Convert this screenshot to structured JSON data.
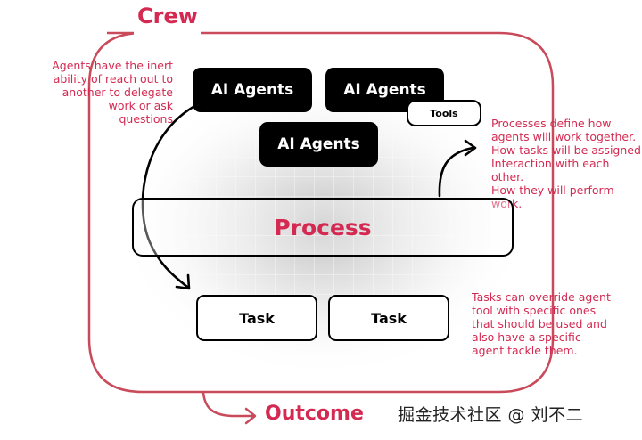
{
  "crew": {
    "title": "Crew"
  },
  "outcome": {
    "label": "Outcome"
  },
  "agents": [
    {
      "label": "AI Agents"
    },
    {
      "label": "AI Agents"
    },
    {
      "label": "AI Agents"
    }
  ],
  "tools": {
    "label": "Tools"
  },
  "process": {
    "label": "Process"
  },
  "tasks": [
    {
      "label": "Task"
    },
    {
      "label": "Task"
    }
  ],
  "notes": {
    "agents": "Agents have the inert\nability of reach out to\nanother to delegate\nwork or ask questions",
    "process": "Processes define how\nagents will work together.\nHow tasks will be assigned.\nInteraction with each other.\nHow they will perform work.",
    "tasks": "Tasks can override agent\ntool with specific ones\nthat should be used and\nalso have a specific\nagent tackle them."
  },
  "watermark": {
    "text": "掘金技术社区 @ 刘不二"
  },
  "colors": {
    "accent": "#d42a52",
    "box": "#000000",
    "background": "#ffffff"
  }
}
